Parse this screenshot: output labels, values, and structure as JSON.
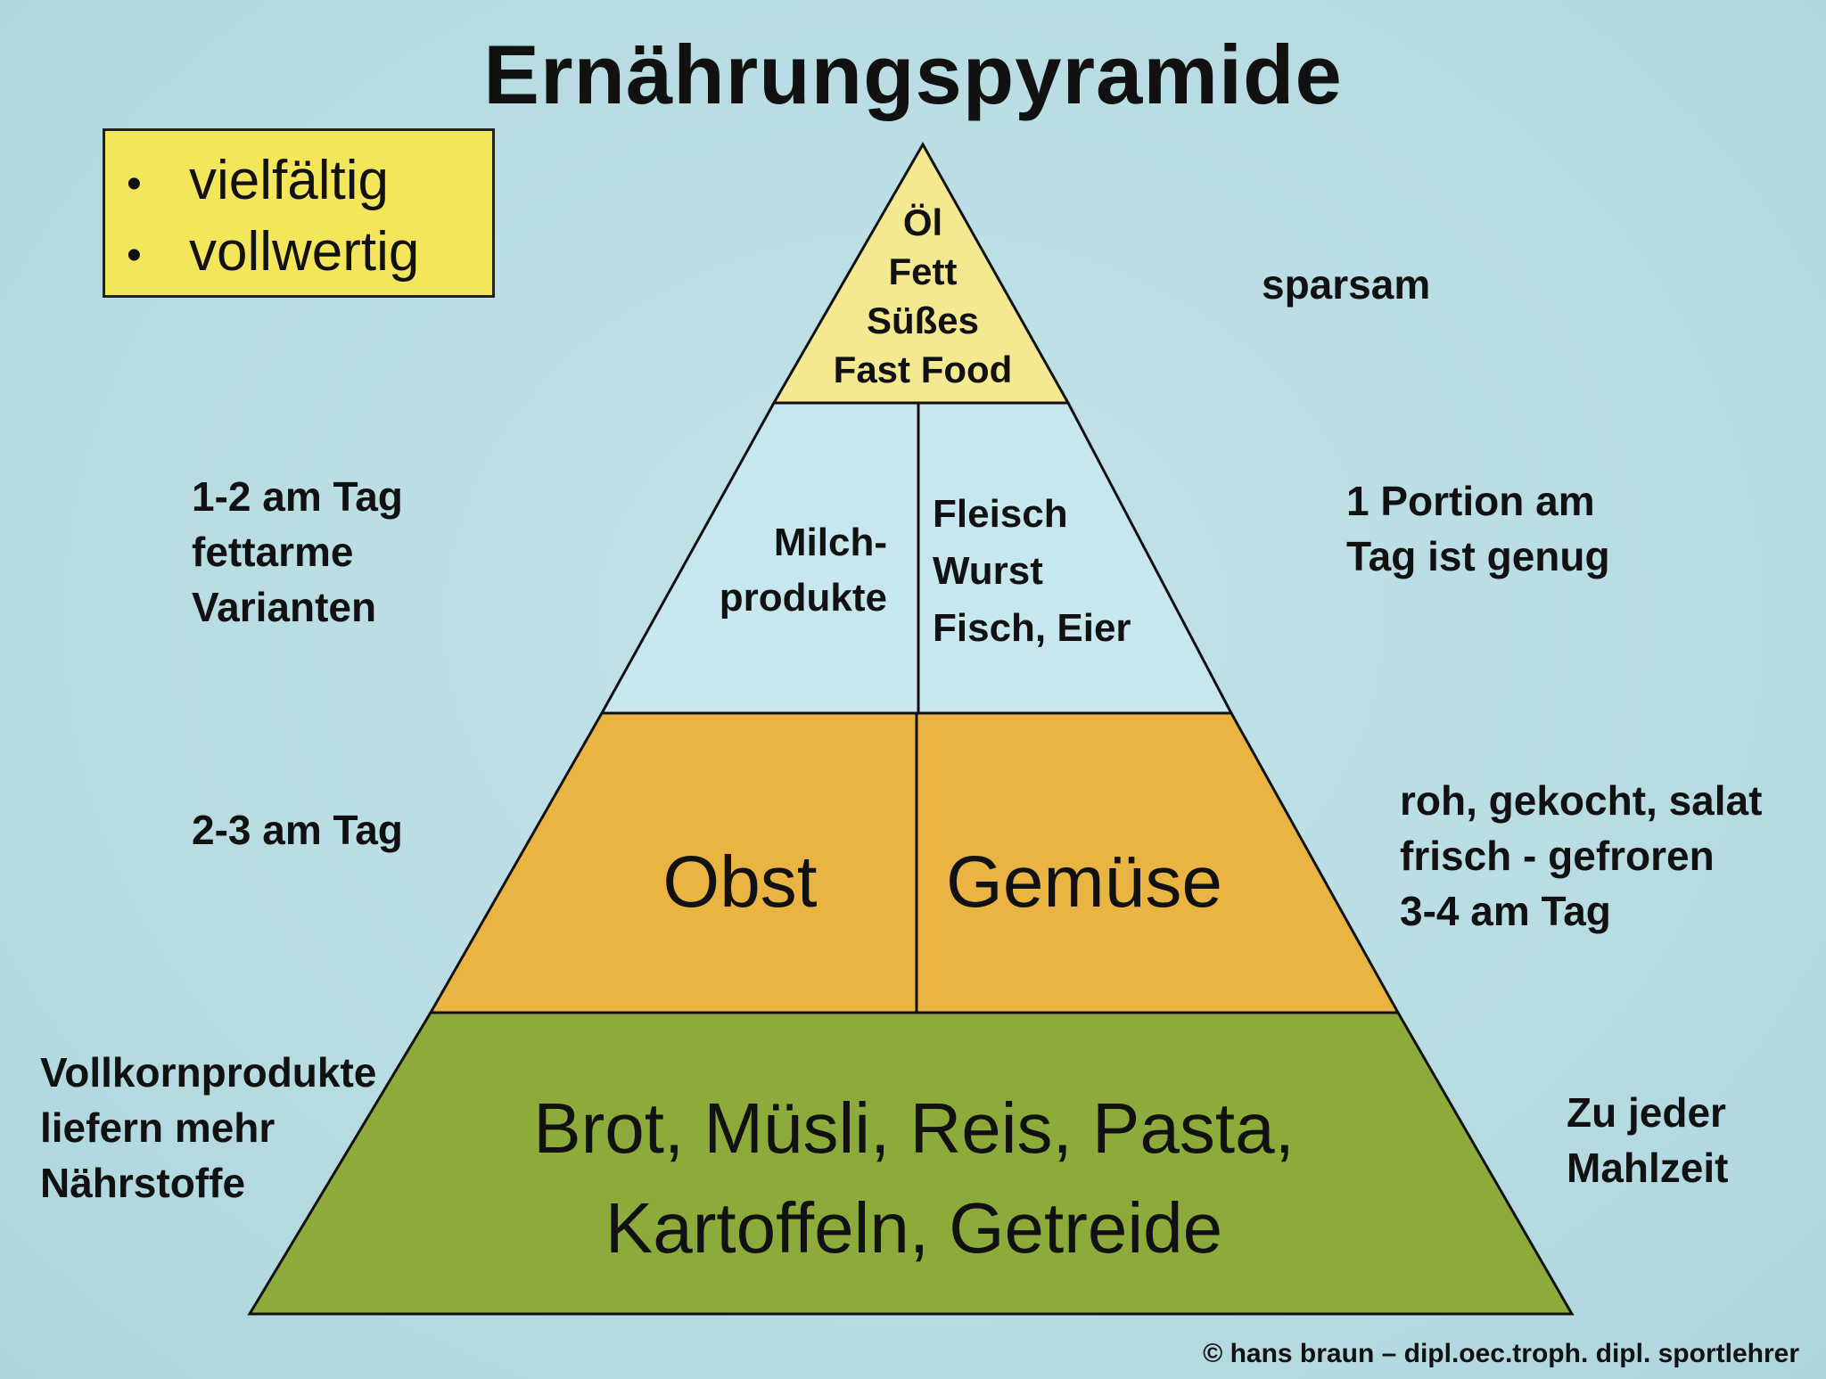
{
  "title": "Ernährungspyramide",
  "bullet_box": {
    "items": [
      "vielfältig",
      "vollwertig"
    ],
    "bullet_glyph": "•",
    "color": "#f4e65a"
  },
  "pyramid": {
    "tiers": [
      {
        "id": "top",
        "color": "#f4e890",
        "cells": [
          {
            "text": "Öl\nFett\nSüßes\nFast Food"
          }
        ]
      },
      {
        "id": "protein",
        "color": "#c6e7ee",
        "cells": [
          {
            "text": "Milch-\nprodukte"
          },
          {
            "text": "Fleisch\nWurst\nFisch, Eier"
          }
        ]
      },
      {
        "id": "fruit-veg",
        "color": "#eab443",
        "cells": [
          {
            "text": "Obst"
          },
          {
            "text": "Gemüse"
          }
        ]
      },
      {
        "id": "grains",
        "color": "#8dab3a",
        "cells": [
          {
            "text": "Brot, Müsli, Reis, Pasta,\nKartoffeln, Getreide"
          }
        ]
      }
    ]
  },
  "notes": {
    "left_protein": "1-2 am Tag\nfettarme\nVarianten",
    "left_fruit": "2-3  am Tag",
    "left_grains": "Vollkornprodukte\nliefern mehr\nNährstoffe",
    "right_top": "sparsam",
    "right_protein": "1 Portion am\nTag ist genug",
    "right_veg": "roh, gekocht, salat\nfrisch - gefroren\n3-4 am Tag",
    "right_grains": "Zu jeder\nMahlzeit"
  },
  "copyright": "© hans braun – dipl.oec.troph. dipl. sportlehrer"
}
